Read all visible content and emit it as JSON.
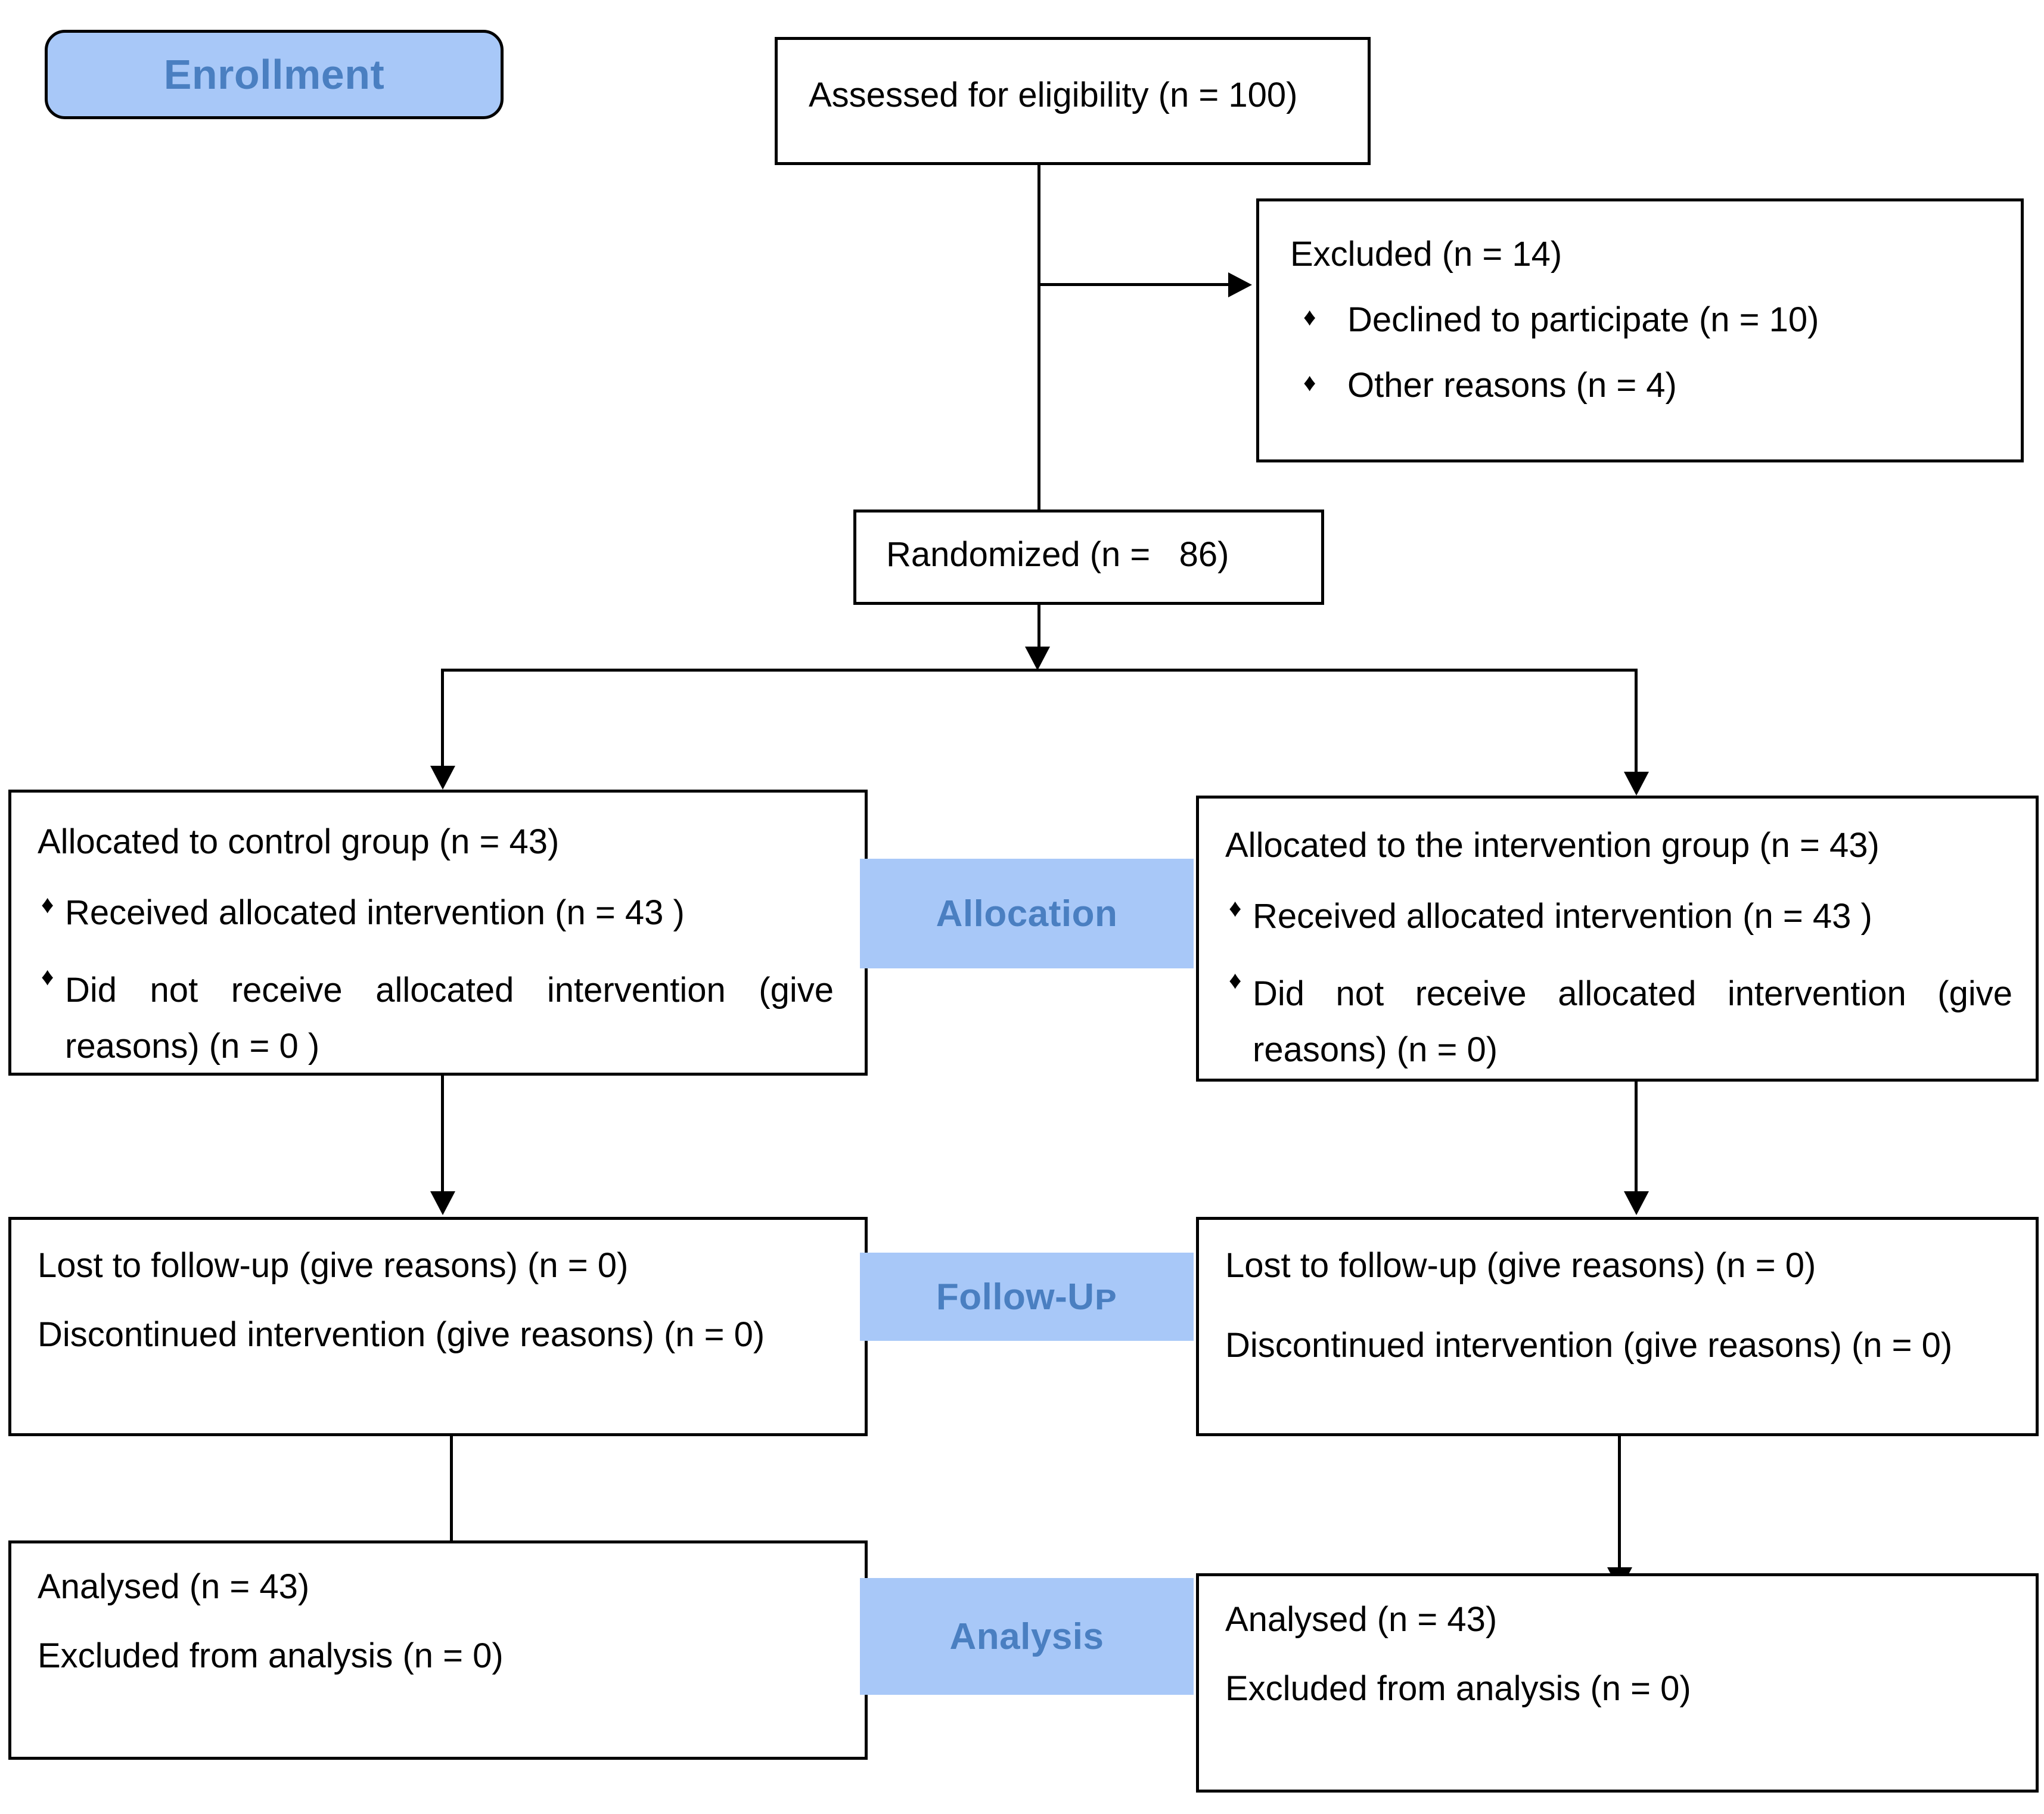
{
  "diagram": {
    "title": "CONSORT participant flow diagram",
    "colors": {
      "badge_fill": "#a8c8f8",
      "badge_text": "#4a7fc1",
      "box_border": "#000000",
      "box_fill": "#ffffff",
      "connector": "#000000"
    }
  },
  "stages": {
    "enrollment": "Enrollment",
    "allocation": "Allocation",
    "followup": "Follow-Uᴘ",
    "analysis": "Analysis"
  },
  "nodes": {
    "assessed": {
      "text": "Assessed for eligibility (n = 100)"
    },
    "excluded": {
      "heading": "Excluded (n = 14)",
      "bullets": [
        "Declined to participate (n = 10)",
        "Other reasons (n = 4)"
      ]
    },
    "randomized": {
      "text": "Randomized (n =   86)"
    },
    "allocated_control": {
      "heading": "Allocated to control group (n = 43)",
      "bullets": [
        "Received allocated intervention (n = 43 )",
        "Did not receive allocated intervention (give reasons) (n = 0 )"
      ]
    },
    "allocated_intervention": {
      "heading": "Allocated to the intervention group (n = 43)",
      "bullets": [
        "Received allocated intervention (n = 43 )",
        "Did not receive allocated intervention (give reasons) (n = 0)"
      ]
    },
    "followup_control": {
      "lines": [
        "Lost to follow-up (give reasons) (n = 0)",
        "Discontinued intervention (give reasons) (n = 0)"
      ]
    },
    "followup_intervention": {
      "lines": [
        "Lost to follow-up (give reasons) (n = 0)",
        "Discontinued intervention (give reasons) (n = 0)"
      ]
    },
    "analysis_control": {
      "lines": [
        "Analysed (n = 43)",
        "Excluded from analysis (n = 0)"
      ]
    },
    "analysis_intervention": {
      "lines": [
        "Analysed (n = 43)",
        "Excluded from analysis (n = 0)"
      ]
    }
  }
}
